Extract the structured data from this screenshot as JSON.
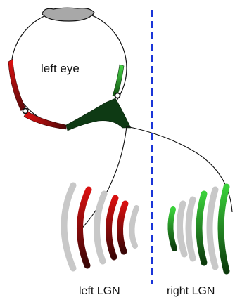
{
  "labels": {
    "eye": "left eye",
    "left_lgn": "left LGN",
    "right_lgn": "right LGN"
  },
  "colors": {
    "background": "#ffffff",
    "outline": "#111111",
    "lens": "#a8a8a8",
    "midline": "#1a35d8",
    "temporal_retina": "#e01010",
    "nasal_retina": "#38c838",
    "lgn_inactive_layer": "#c8c8c8"
  },
  "icons": {
    "lens": "lens-shape",
    "midline": "dashed-vertical-line",
    "marker": "open-circle-marker"
  }
}
